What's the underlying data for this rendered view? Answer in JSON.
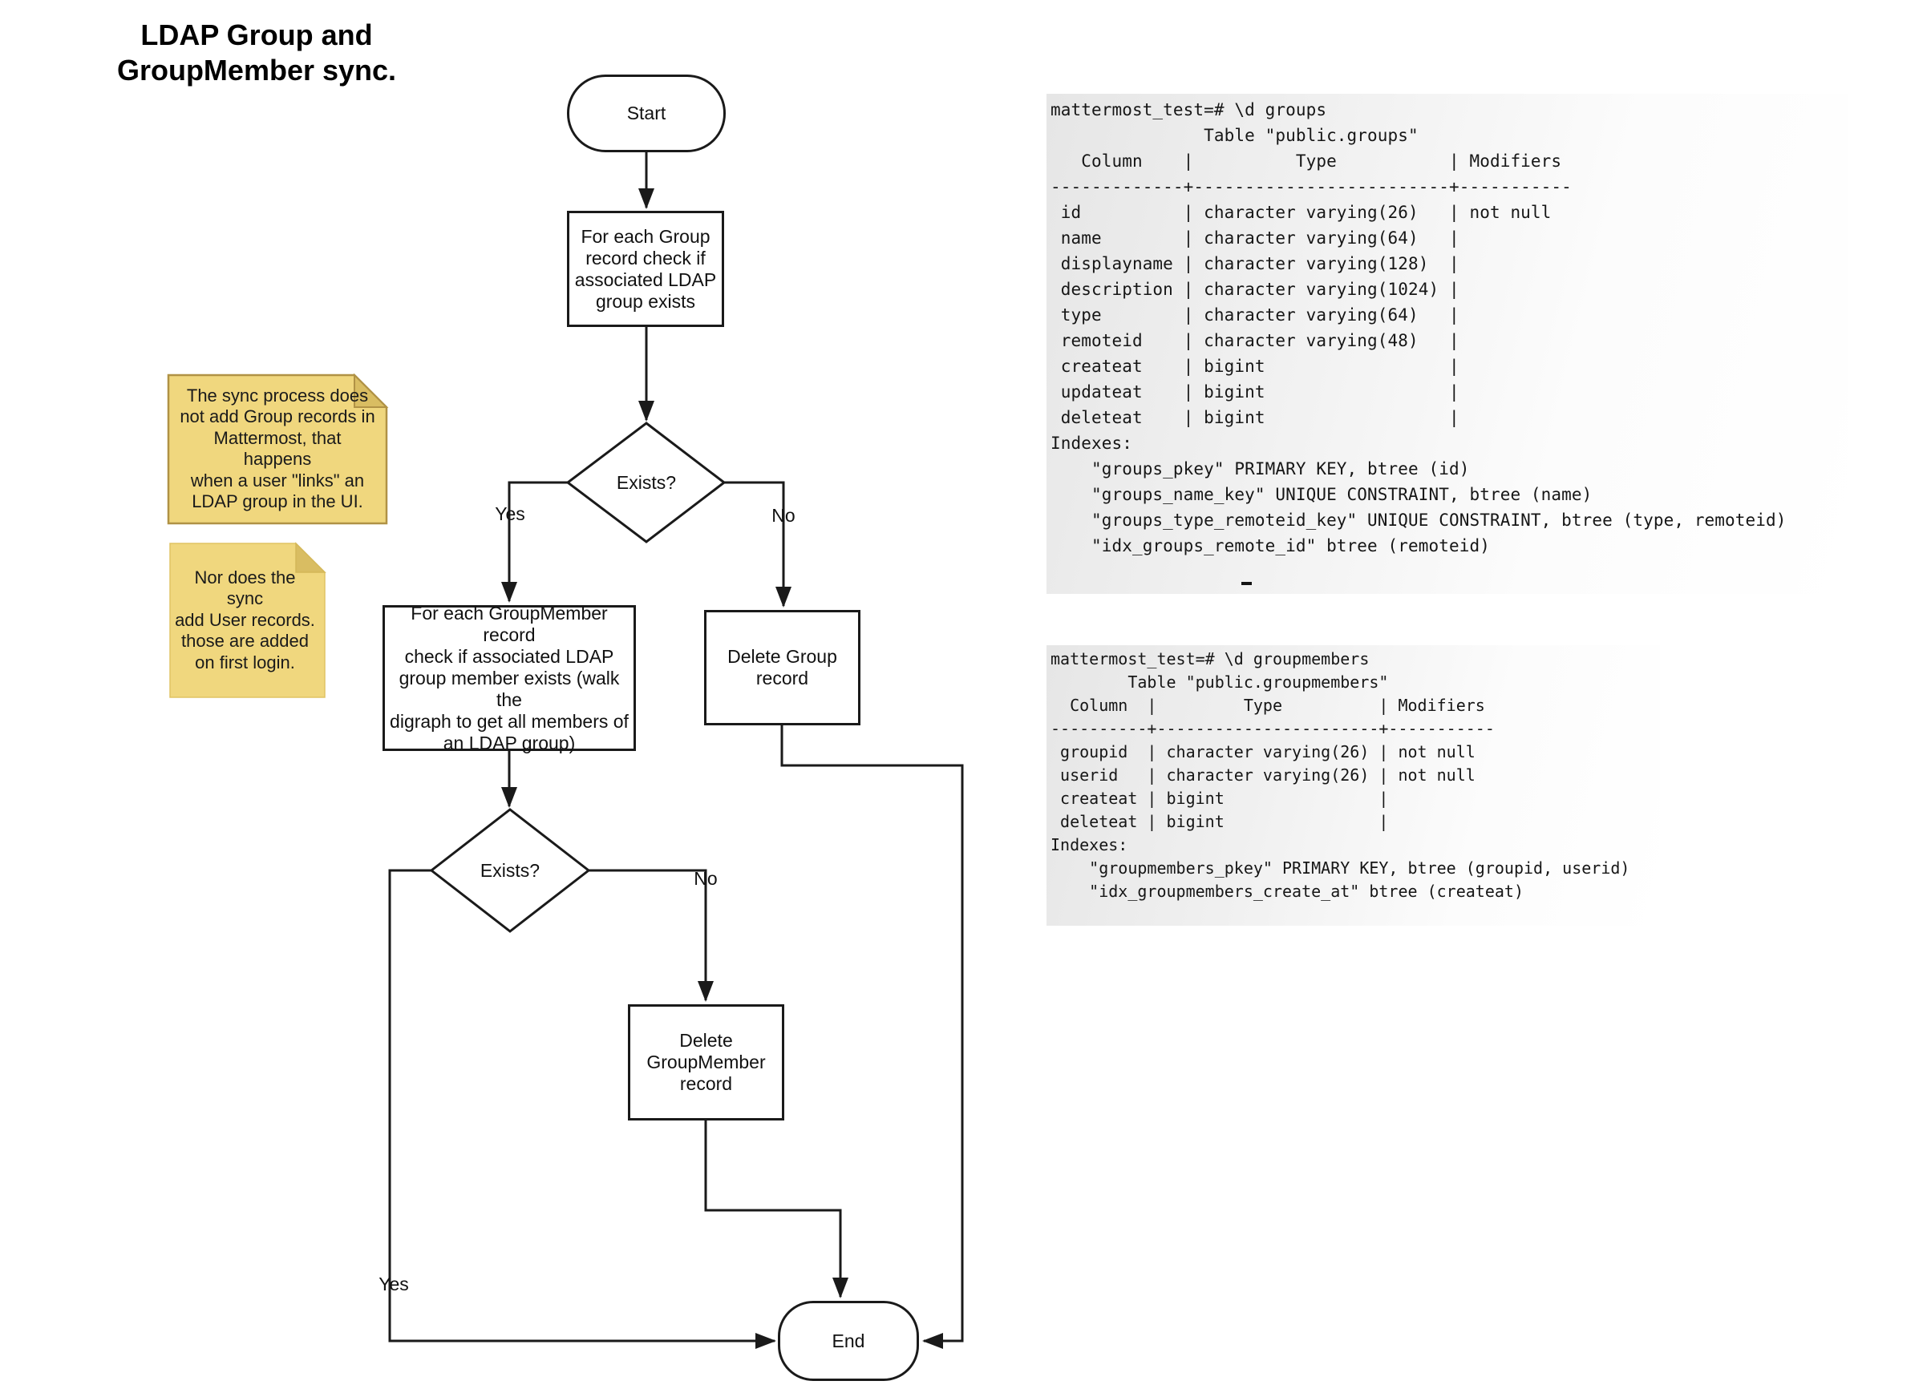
{
  "title": "LDAP Group and\nGroupMember sync.",
  "flowchart": {
    "nodes": {
      "start": "Start",
      "check_group": "For each Group\nrecord check if\nassociated LDAP\ngroup exists",
      "exists1": "Exists?",
      "check_groupmember": "For each GroupMember record\ncheck if associated LDAP\ngroup member exists (walk the\ndigraph to get all members of\nan LDAP group)",
      "delete_group": "Delete Group\nrecord",
      "exists2": "Exists?",
      "delete_groupmember": "Delete\nGroupMember\nrecord",
      "end": "End"
    },
    "edge_labels": {
      "yes1": "Yes",
      "no1": "No",
      "yes2": "Yes",
      "no2": "No"
    }
  },
  "notes": [
    {
      "text": "The sync process does\nnot add Group records in\nMattermost, that happens\nwhen a user \"links\" an\nLDAP group in the UI."
    },
    {
      "text": "Nor does the sync\nadd User records.\nthose are added\non first login."
    }
  ],
  "terminals": {
    "groups": "mattermost_test=# \\d groups\n               Table \"public.groups\"\n   Column    |          Type           | Modifiers\n-------------+-------------------------+-----------\n id          | character varying(26)   | not null\n name        | character varying(64)   | \n displayname | character varying(128)  | \n description | character varying(1024) | \n type        | character varying(64)   | \n remoteid    | character varying(48)   | \n createat    | bigint                  | \n updateat    | bigint                  | \n deleteat    | bigint                  | \nIndexes:\n    \"groups_pkey\" PRIMARY KEY, btree (id)\n    \"groups_name_key\" UNIQUE CONSTRAINT, btree (name)\n    \"groups_type_remoteid_key\" UNIQUE CONSTRAINT, btree (type, remoteid)\n    \"idx_groups_remote_id\" btree (remoteid)",
    "groupmembers": "mattermost_test=# \\d groupmembers\n        Table \"public.groupmembers\"\n  Column  |         Type          | Modifiers\n----------+-----------------------+-----------\n groupid  | character varying(26) | not null\n userid   | character varying(26) | not null\n createat | bigint                | \n deleteat | bigint                | \nIndexes:\n    \"groupmembers_pkey\" PRIMARY KEY, btree (groupid, userid)\n    \"idx_groupmembers_create_at\" btree (createat)"
  },
  "colors": {
    "line": "#1a1a1a",
    "note_fill": "#f0d77e",
    "note_fold": "#d9bd62",
    "note_border": "#b09245",
    "terminal_bg": "#e6e6e6"
  }
}
